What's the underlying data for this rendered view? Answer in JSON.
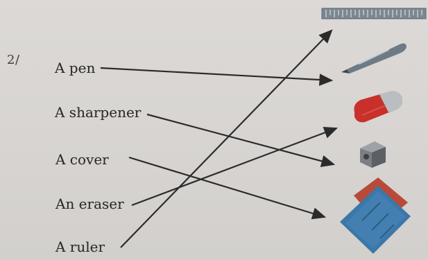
{
  "exercise": {
    "number": "2/",
    "items": [
      {
        "label": "A pen"
      },
      {
        "label": "A sharpener"
      },
      {
        "label": "A cover"
      },
      {
        "label": "An eraser"
      },
      {
        "label": "A ruler"
      }
    ],
    "pictures": [
      "ruler-icon",
      "pen-icon",
      "eraser-icon",
      "sharpener-icon",
      "cover-icon"
    ],
    "matches": [
      {
        "word": "A pen",
        "picture": "pen-icon"
      },
      {
        "word": "A sharpener",
        "picture": "sharpener-icon"
      },
      {
        "word": "A cover",
        "picture": "cover-icon"
      },
      {
        "word": "An eraser",
        "picture": "eraser-icon"
      },
      {
        "word": "A ruler",
        "picture": "ruler-icon"
      }
    ],
    "colors": {
      "ink": "#2b2b2b",
      "eraser_red": "#c9302c",
      "cover_blue": "#3b77a8",
      "cover_red": "#b84a3a",
      "pen_gray": "#6e7a84"
    }
  }
}
